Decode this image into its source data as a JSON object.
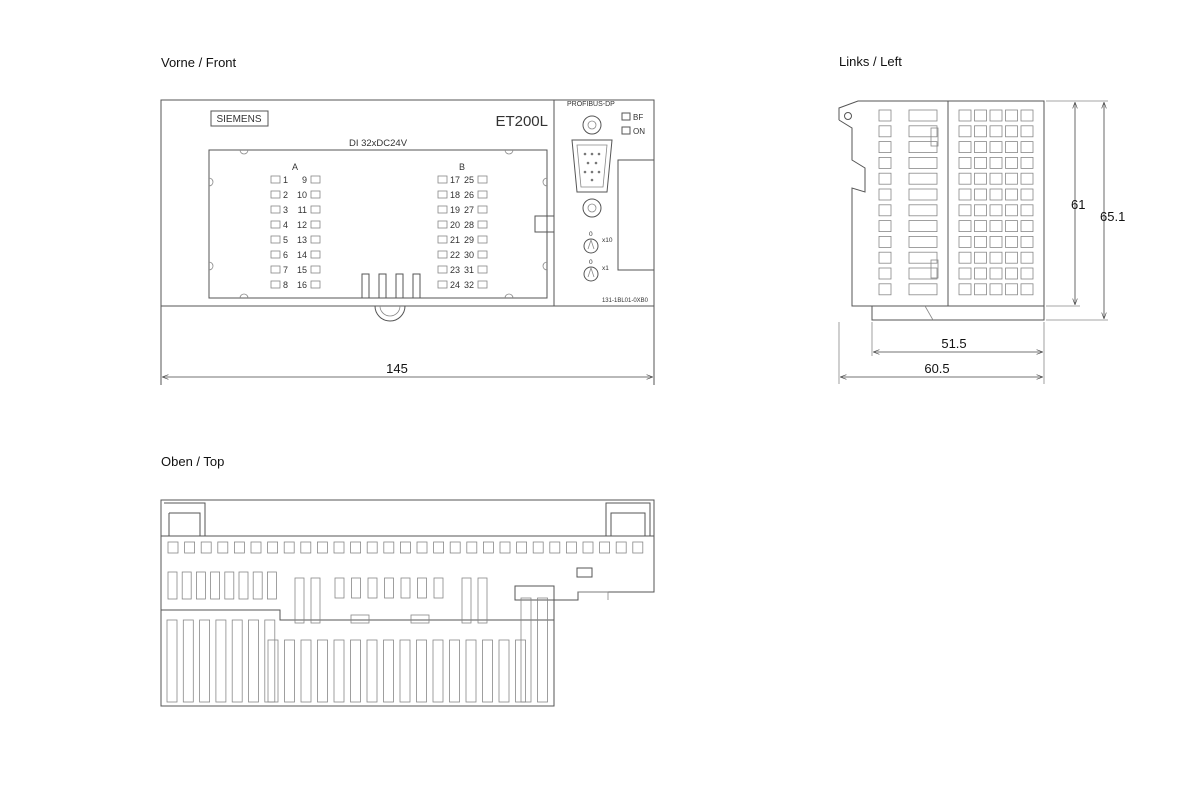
{
  "views": {
    "front": {
      "title": "Vorne / Front",
      "brand": "SIEMENS",
      "model": "ET200L",
      "di_label": "DI  32xDC24V",
      "group_a": "A",
      "group_b": "B",
      "channels_a_left": [
        "1",
        "2",
        "3",
        "4",
        "5",
        "6",
        "7",
        "8"
      ],
      "channels_a_right": [
        "9",
        "10",
        "11",
        "12",
        "13",
        "14",
        "15",
        "16"
      ],
      "channels_b_left": [
        "17",
        "18",
        "19",
        "20",
        "21",
        "22",
        "23",
        "24"
      ],
      "channels_b_right": [
        "25",
        "26",
        "27",
        "28",
        "29",
        "30",
        "31",
        "32"
      ],
      "bus_label": "PROFIBUS-DP",
      "led_bf": "BF",
      "led_on": "ON",
      "switch_x10": "x10",
      "switch_x1": "x1",
      "switch_0a": "0",
      "switch_0b": "0",
      "part_number": "131-1BL01-0XB0",
      "width_dim": "145"
    },
    "left": {
      "title": "Links / Left",
      "height_dim_inner": "61",
      "height_dim_outer": "65.1",
      "depth_dim_inner": "51.5",
      "depth_dim_outer": "60.5"
    },
    "top": {
      "title": "Oben / Top"
    }
  }
}
